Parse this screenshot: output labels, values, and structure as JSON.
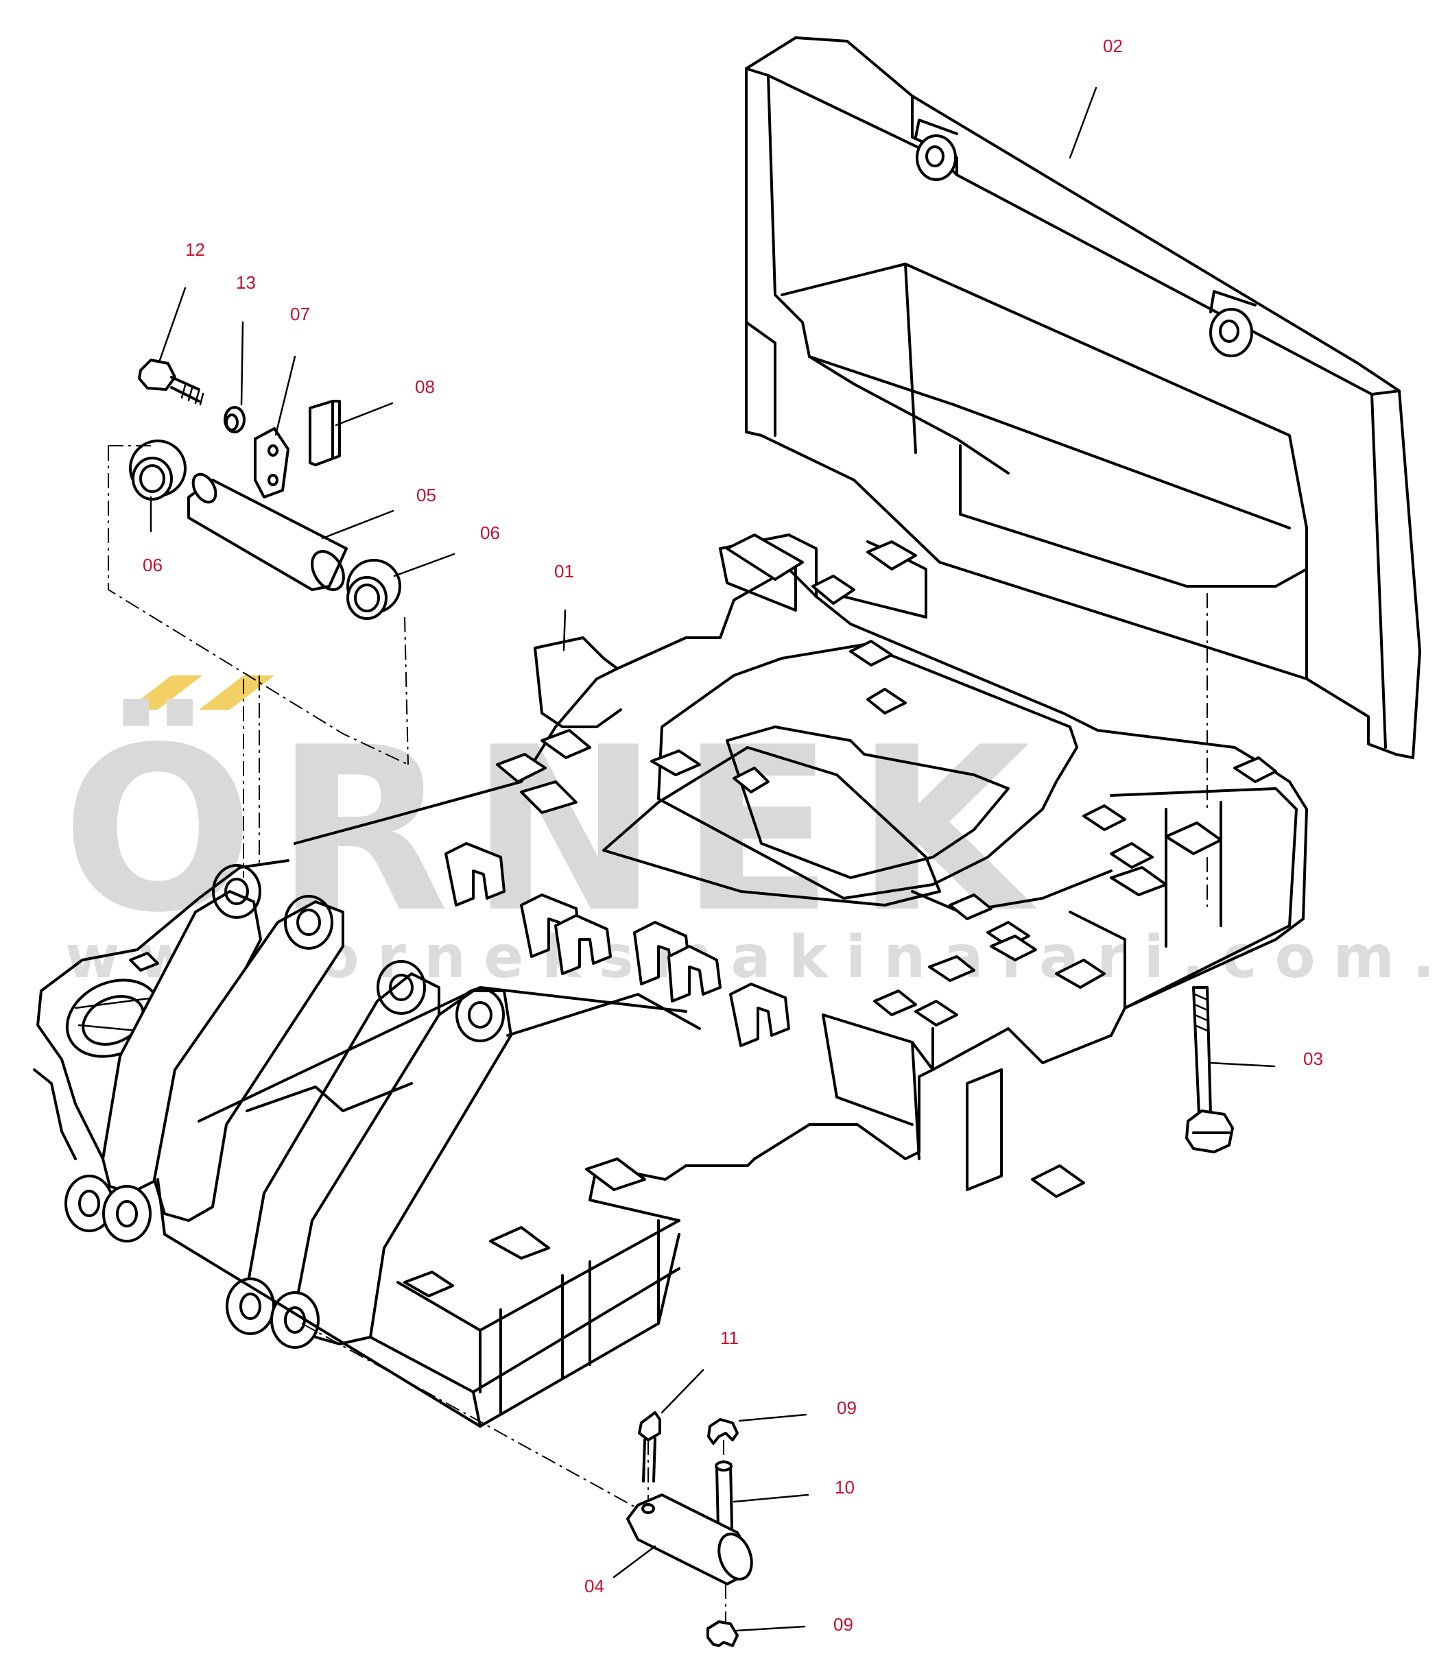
{
  "watermark": {
    "brand": "ÖRNEK",
    "url": "www.orneksmakinalari.com.tr",
    "accent_color": "#f2d064"
  },
  "colors": {
    "callout": "#c8102e",
    "line": "#000000",
    "watermark": "#d9d9d9"
  },
  "callouts": [
    {
      "id": "01",
      "label": "01"
    },
    {
      "id": "02",
      "label": "02"
    },
    {
      "id": "03",
      "label": "03"
    },
    {
      "id": "04",
      "label": "04"
    },
    {
      "id": "05",
      "label": "05"
    },
    {
      "id": "06a",
      "label": "06"
    },
    {
      "id": "06b",
      "label": "06"
    },
    {
      "id": "07",
      "label": "07"
    },
    {
      "id": "08",
      "label": "08"
    },
    {
      "id": "09a",
      "label": "09"
    },
    {
      "id": "09b",
      "label": "09"
    },
    {
      "id": "10",
      "label": "10"
    },
    {
      "id": "11",
      "label": "11"
    },
    {
      "id": "12",
      "label": "12"
    },
    {
      "id": "13",
      "label": "13"
    }
  ]
}
